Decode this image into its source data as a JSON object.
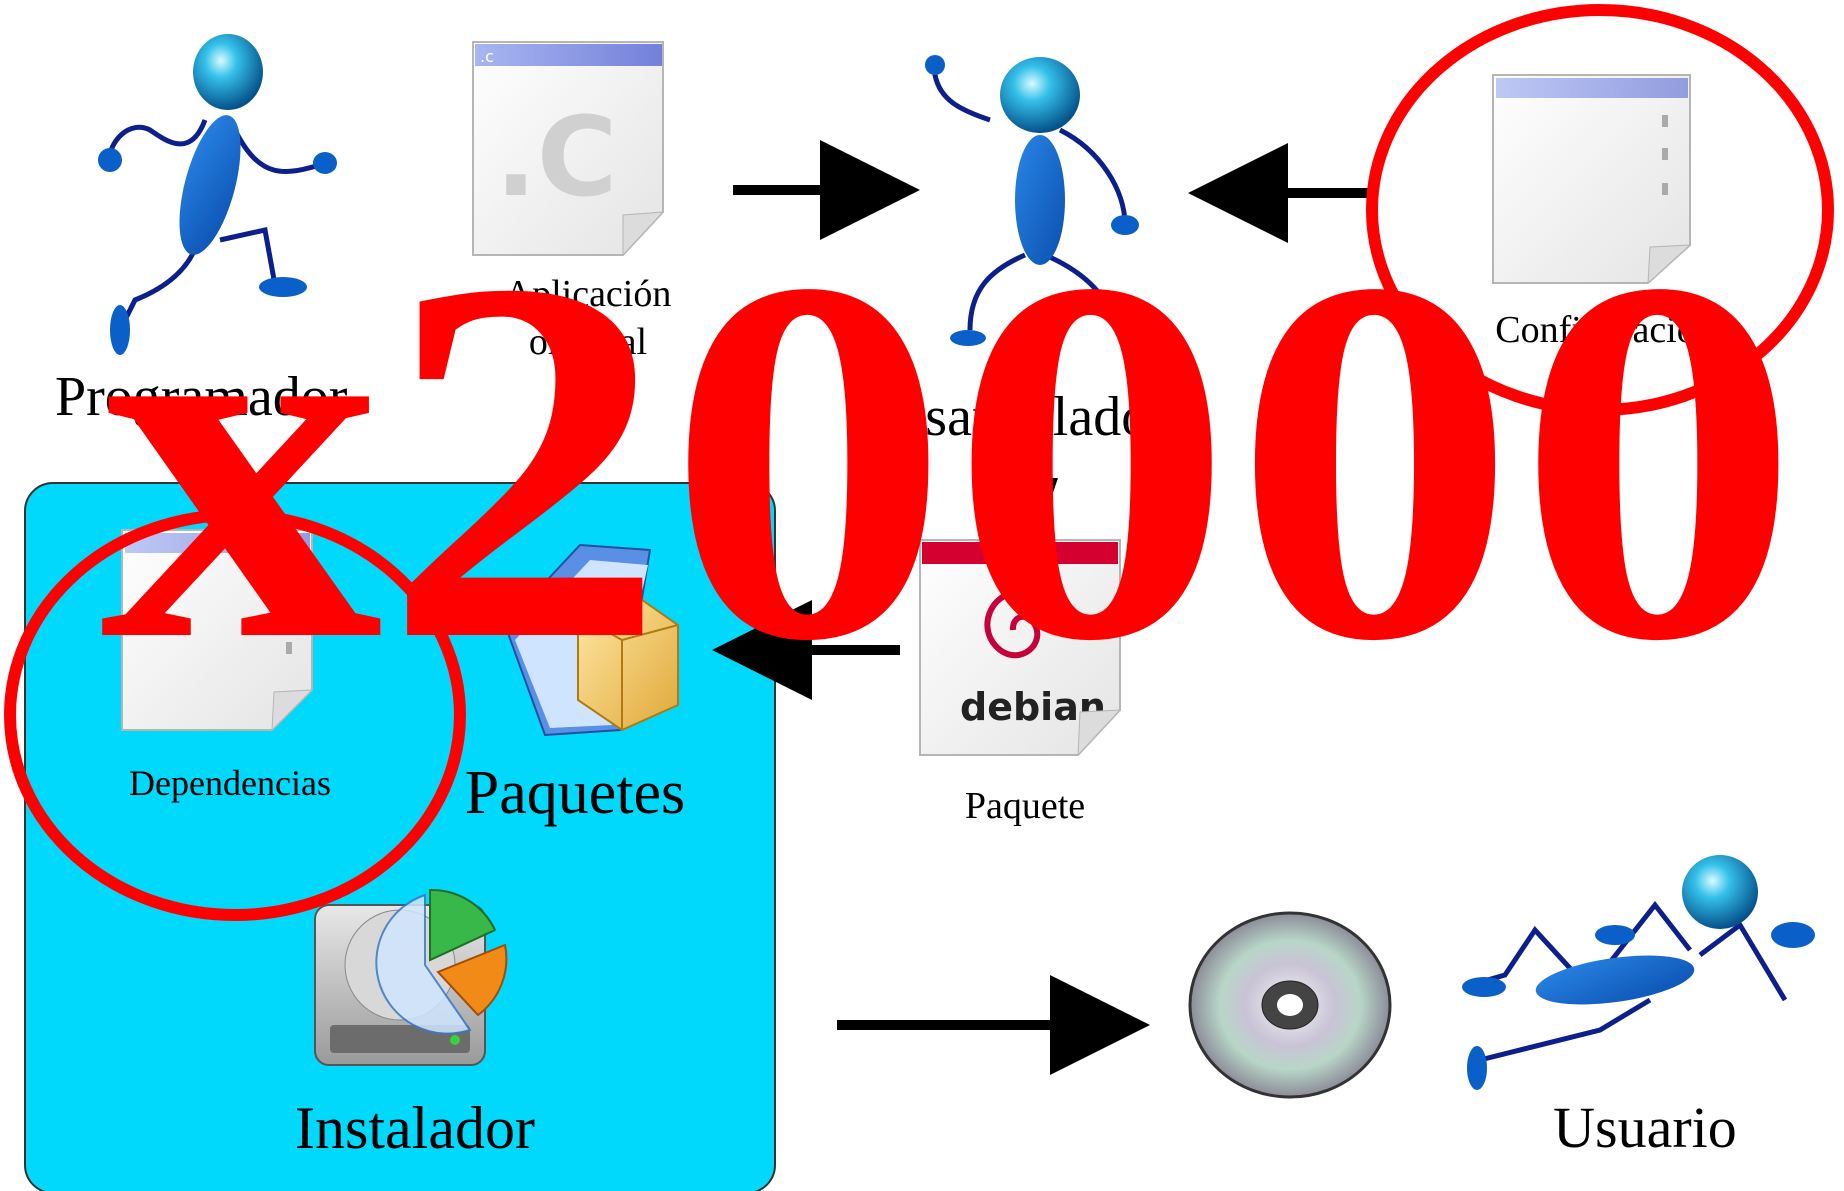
{
  "labels": {
    "programmer": "Programador",
    "source_app_line1": "Aplicación",
    "source_app_line2": "original",
    "developer": "Desarrollador",
    "configuration": "Configuración",
    "dependencies": "Dependencias",
    "packages": "Paquetes",
    "package": "Paquete",
    "installer": "Instalador",
    "user": "Usuario"
  },
  "icons": {
    "c_file": {
      "name": "c-source-file-icon",
      "tab_text": ".c",
      "big_text": ".C"
    },
    "debian_package": {
      "name": "debian-package-icon",
      "brand_text": "debian"
    }
  },
  "overlay": {
    "text": "x20000",
    "color": "#ff0000"
  },
  "colors": {
    "installer_box": "#00d8fc",
    "figure_blue": "#0a5fc8",
    "arrow": "#000000",
    "annotation_red": "#ff0000"
  }
}
